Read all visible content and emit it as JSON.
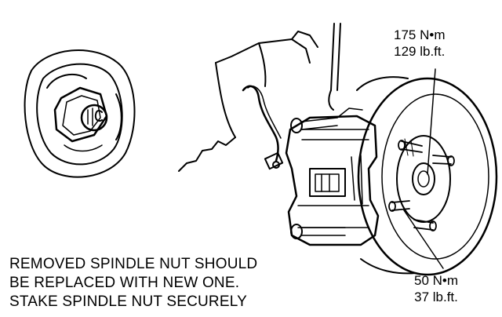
{
  "torque_specs": {
    "spindle_nut": {
      "metric": "175 N•m",
      "imperial": "129 lb.ft."
    },
    "caliper_bolts": {
      "metric": "50 N•m",
      "imperial": "37 lb.ft."
    }
  },
  "note_lines": [
    "REMOVED SPINDLE NUT SHOULD",
    "BE REPLACED WITH NEW ONE.",
    "STAKE SPINDLE NUT SECURELY"
  ]
}
